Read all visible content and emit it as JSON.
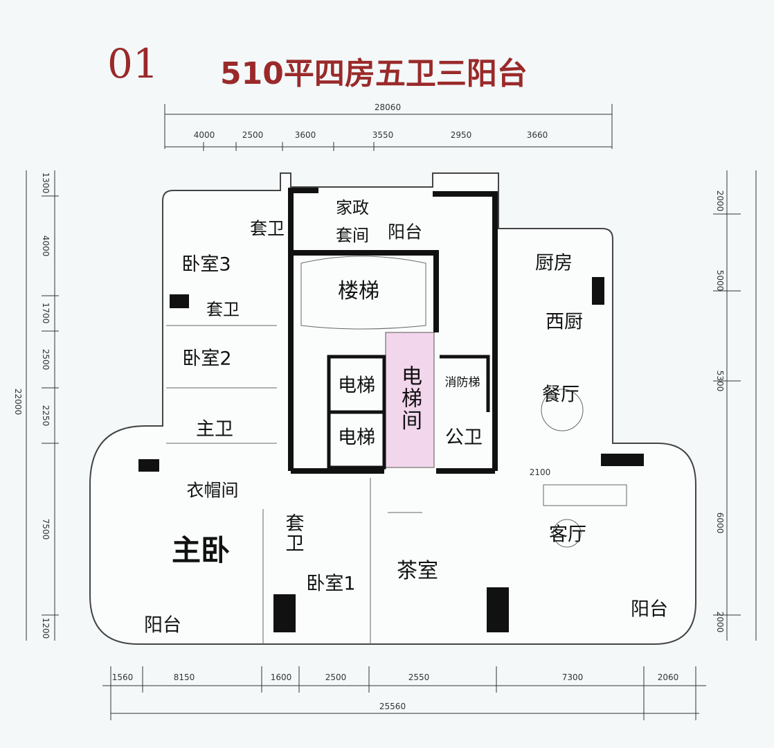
{
  "header": {
    "number": "01",
    "title": "510平四房五卫三阳台"
  },
  "colors": {
    "title": "#9a2a2a",
    "balcony": "#bfe4ea",
    "elevator_hall": "#f2d6ec",
    "wall": "#111111"
  },
  "dimensions": {
    "top_total": "28060",
    "top": [
      "4000",
      "2500",
      "3600",
      "3550",
      "2950",
      "3660"
    ],
    "bottom_total": "25560",
    "bottom": [
      "1560",
      "8150",
      "1600",
      "2500",
      "2550",
      "7300",
      "2060"
    ],
    "left_total": "22000",
    "left": [
      "1300",
      "4000",
      "1700",
      "2500",
      "2250",
      "7500",
      "1200"
    ],
    "right": [
      "2000",
      "5000",
      "5300",
      "6000",
      "2000"
    ],
    "interior": "2100"
  },
  "rooms": {
    "suite_bath_3": "套卫",
    "maid_room": "家政",
    "maid_room_2": "套间",
    "service_balcony": "阳台",
    "bedroom_3": "卧室3",
    "stairs": "楼梯",
    "kitchen": "厨房",
    "suite_bath_2": "套卫",
    "western_kitchen": "西厨",
    "bedroom_2": "卧室2",
    "elevator_1": "电梯",
    "elevator_2": "电梯",
    "elevator_hall": "电梯间",
    "fire_elevator": "消防梯",
    "dining": "餐厅",
    "master_bath": "主卫",
    "public_bath": "公卫",
    "cloakroom": "衣帽间",
    "suite_bath_1": "套卫",
    "living": "客厅",
    "master_bedroom": "主卧",
    "tea_room": "茶室",
    "bedroom_1": "卧室1",
    "balcony_left": "阳台",
    "balcony_right": "阳台"
  }
}
